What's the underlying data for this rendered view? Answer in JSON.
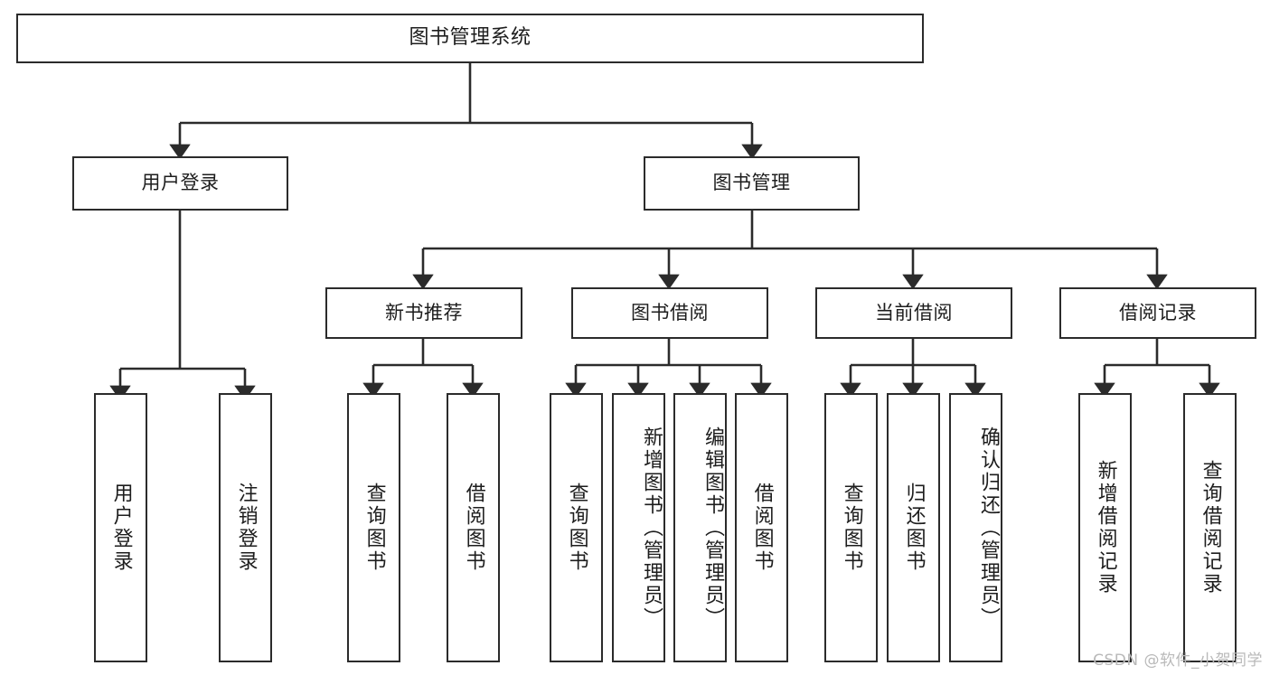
{
  "diagram": {
    "title": "图书管理系统",
    "watermark": "CSDN @软件_小贺同学",
    "colors": {
      "background": "#ffffff",
      "stroke": "#2b2b2b",
      "text": "#1d1d1d",
      "watermark": "#b9b9b9"
    },
    "root": {
      "label": "图书管理系统"
    },
    "level2": [
      {
        "label": "用户登录"
      },
      {
        "label": "图书管理"
      }
    ],
    "level3": [
      {
        "label": "新书推荐"
      },
      {
        "label": "图书借阅"
      },
      {
        "label": "当前借阅"
      },
      {
        "label": "借阅记录"
      }
    ],
    "leaves": {
      "user_login": [
        {
          "label": "用户登录"
        },
        {
          "label": "注销登录"
        }
      ],
      "new_book_recommend": [
        {
          "label": "查询图书"
        },
        {
          "label": "借阅图书"
        }
      ],
      "book_borrow": [
        {
          "label": "查询图书"
        },
        {
          "label": "新增图书（管理员）"
        },
        {
          "label": "编辑图书（管理员）"
        },
        {
          "label": "借阅图书"
        }
      ],
      "current_borrow": [
        {
          "label": "查询图书"
        },
        {
          "label": "归还图书"
        },
        {
          "label": "确认归还（管理员）"
        }
      ],
      "borrow_record": [
        {
          "label": "新增借阅记录"
        },
        {
          "label": "查询借阅记录"
        }
      ]
    }
  }
}
